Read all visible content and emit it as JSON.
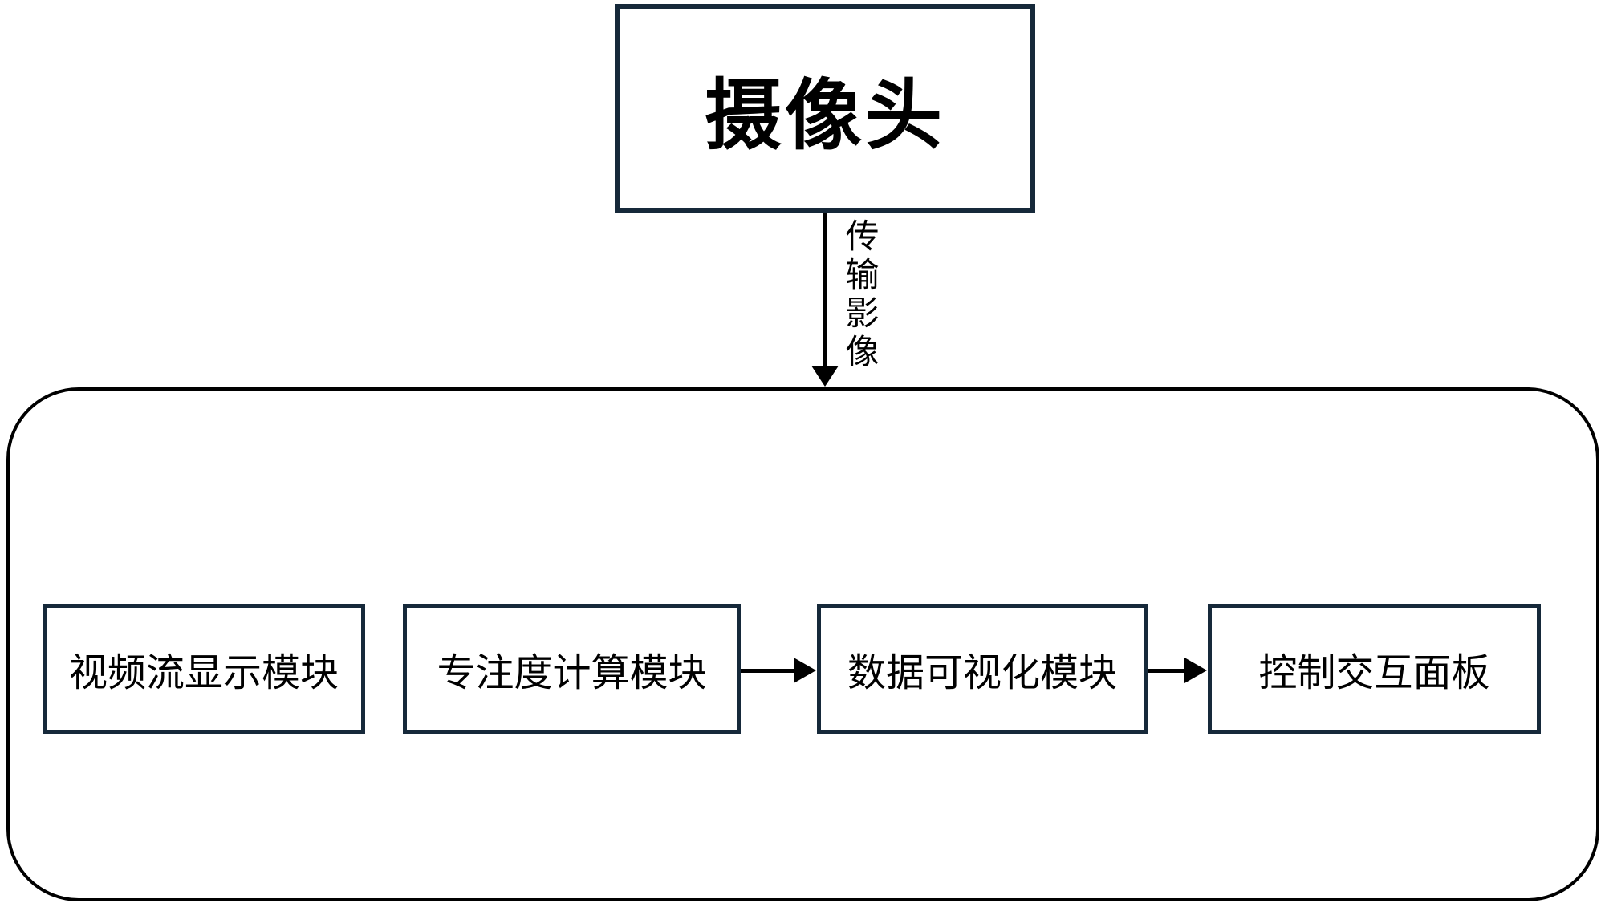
{
  "colors": {
    "module_border": "#16293a",
    "camera_border": "#16293a",
    "container_border": "#000000",
    "arrow": "#000000",
    "text": "#000000",
    "background": "#ffffff"
  },
  "camera": {
    "label": "摄像头"
  },
  "transfer_arrow": {
    "label": "传输影像"
  },
  "modules": [
    {
      "label": "视频流显示模块"
    },
    {
      "label": "专注度计算模块"
    },
    {
      "label": "数据可视化模块"
    },
    {
      "label": "控制交互面板"
    }
  ]
}
